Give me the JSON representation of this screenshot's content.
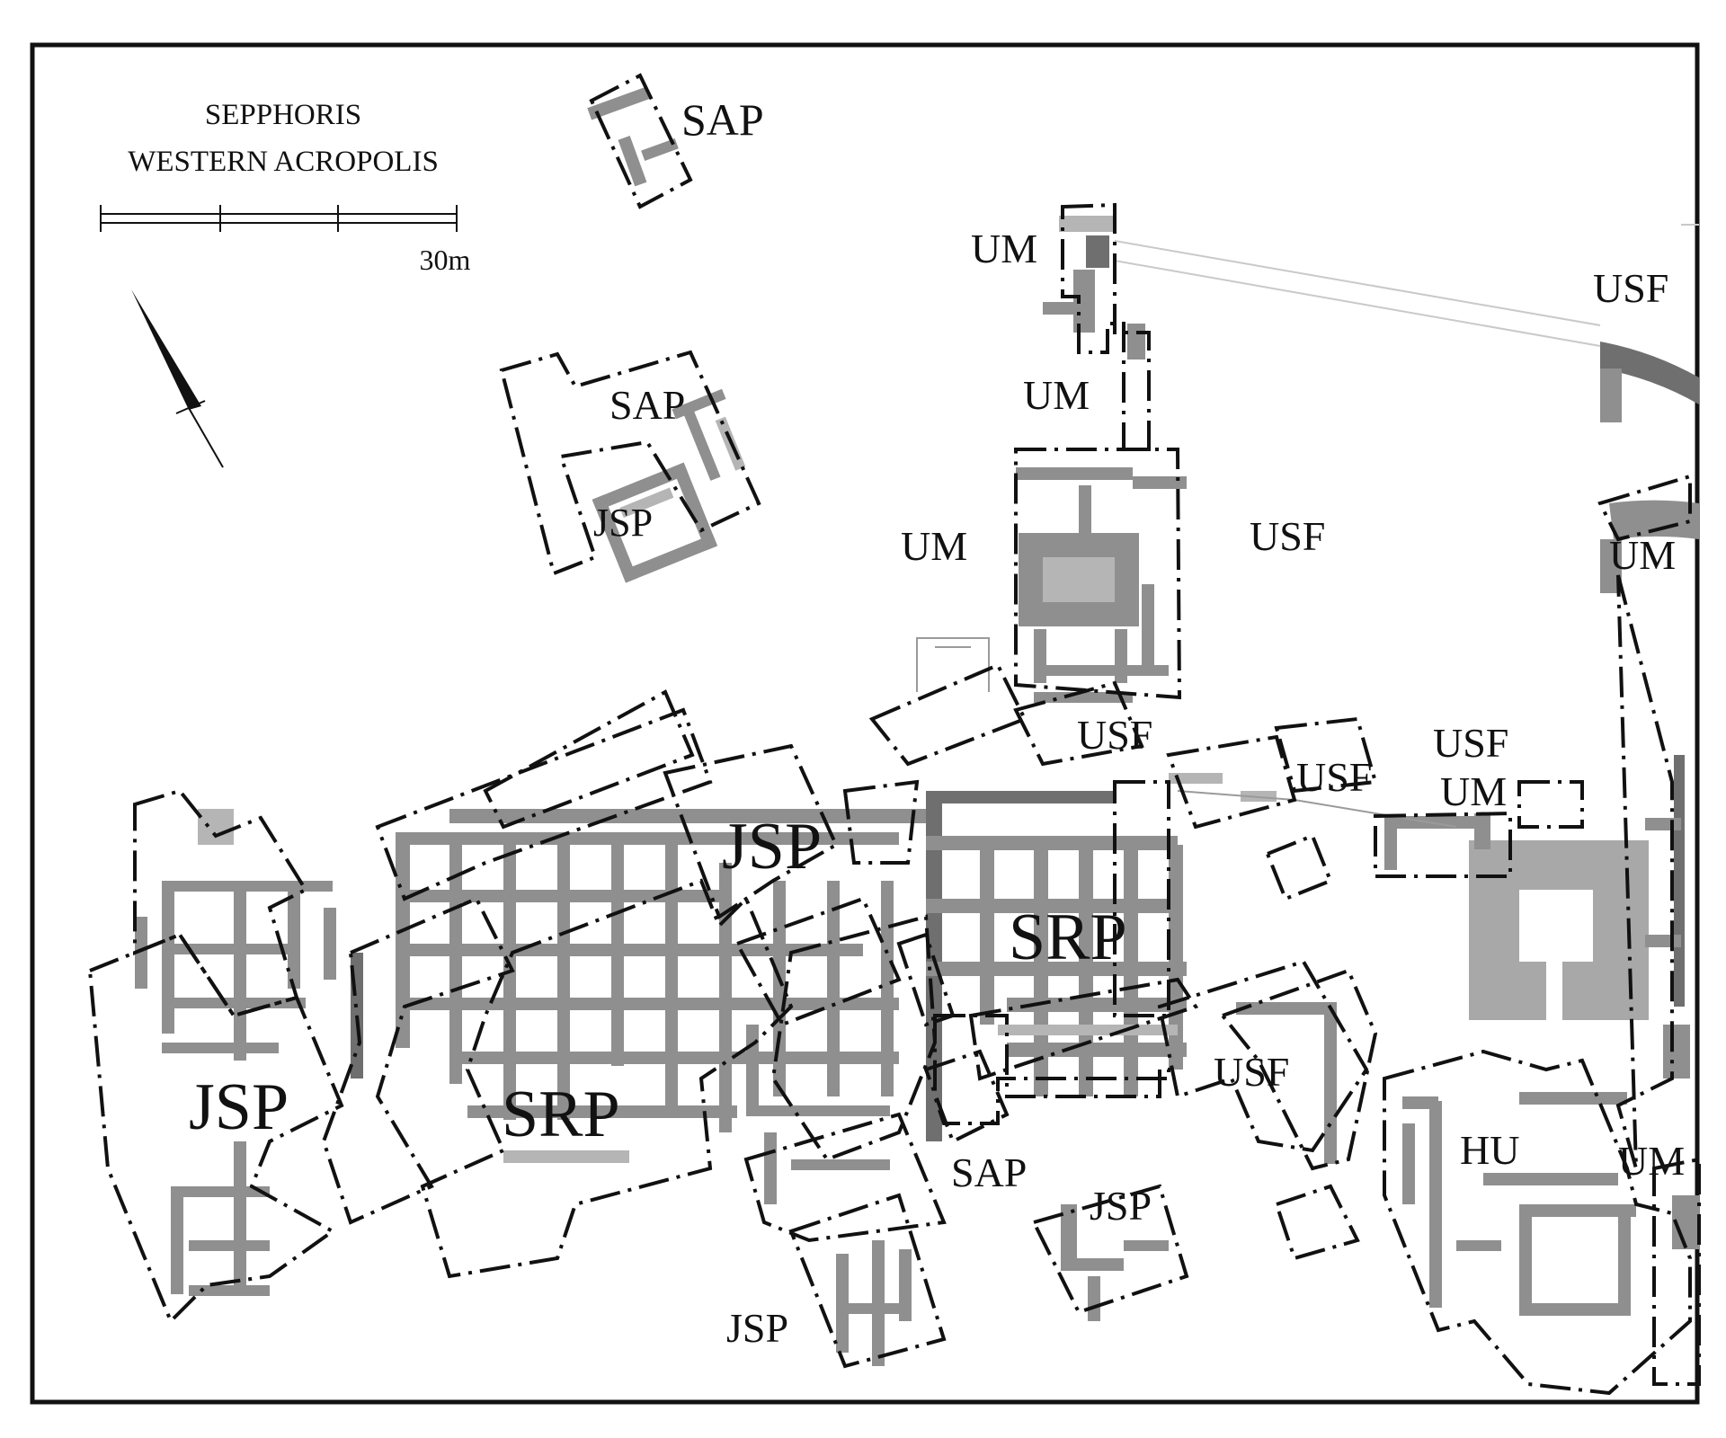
{
  "map": {
    "title_line1": "SEPPHORIS",
    "title_line2": "WESTERN ACROPOLIS",
    "scale_label": "30m",
    "north_arrow": "north-arrow-icon",
    "colors": {
      "frame": "#111111",
      "walls": "#8f8f8f",
      "dark_walls": "#6f6f6f",
      "boundaries": "#111111"
    },
    "labels": [
      {
        "text": "SAP"
      },
      {
        "text": "UM"
      },
      {
        "text": "USF"
      },
      {
        "text": "SAP"
      },
      {
        "text": "UM"
      },
      {
        "text": "JSP"
      },
      {
        "text": "UM"
      },
      {
        "text": "USF"
      },
      {
        "text": "UM"
      },
      {
        "text": "USF"
      },
      {
        "text": "USF"
      },
      {
        "text": "USF"
      },
      {
        "text": "UM"
      },
      {
        "text": "JSP"
      },
      {
        "text": "SRP"
      },
      {
        "text": "JSP"
      },
      {
        "text": "SRP"
      },
      {
        "text": "USF"
      },
      {
        "text": "SAP"
      },
      {
        "text": "JSP"
      },
      {
        "text": "HU"
      },
      {
        "text": "UM"
      },
      {
        "text": "JSP"
      }
    ]
  }
}
